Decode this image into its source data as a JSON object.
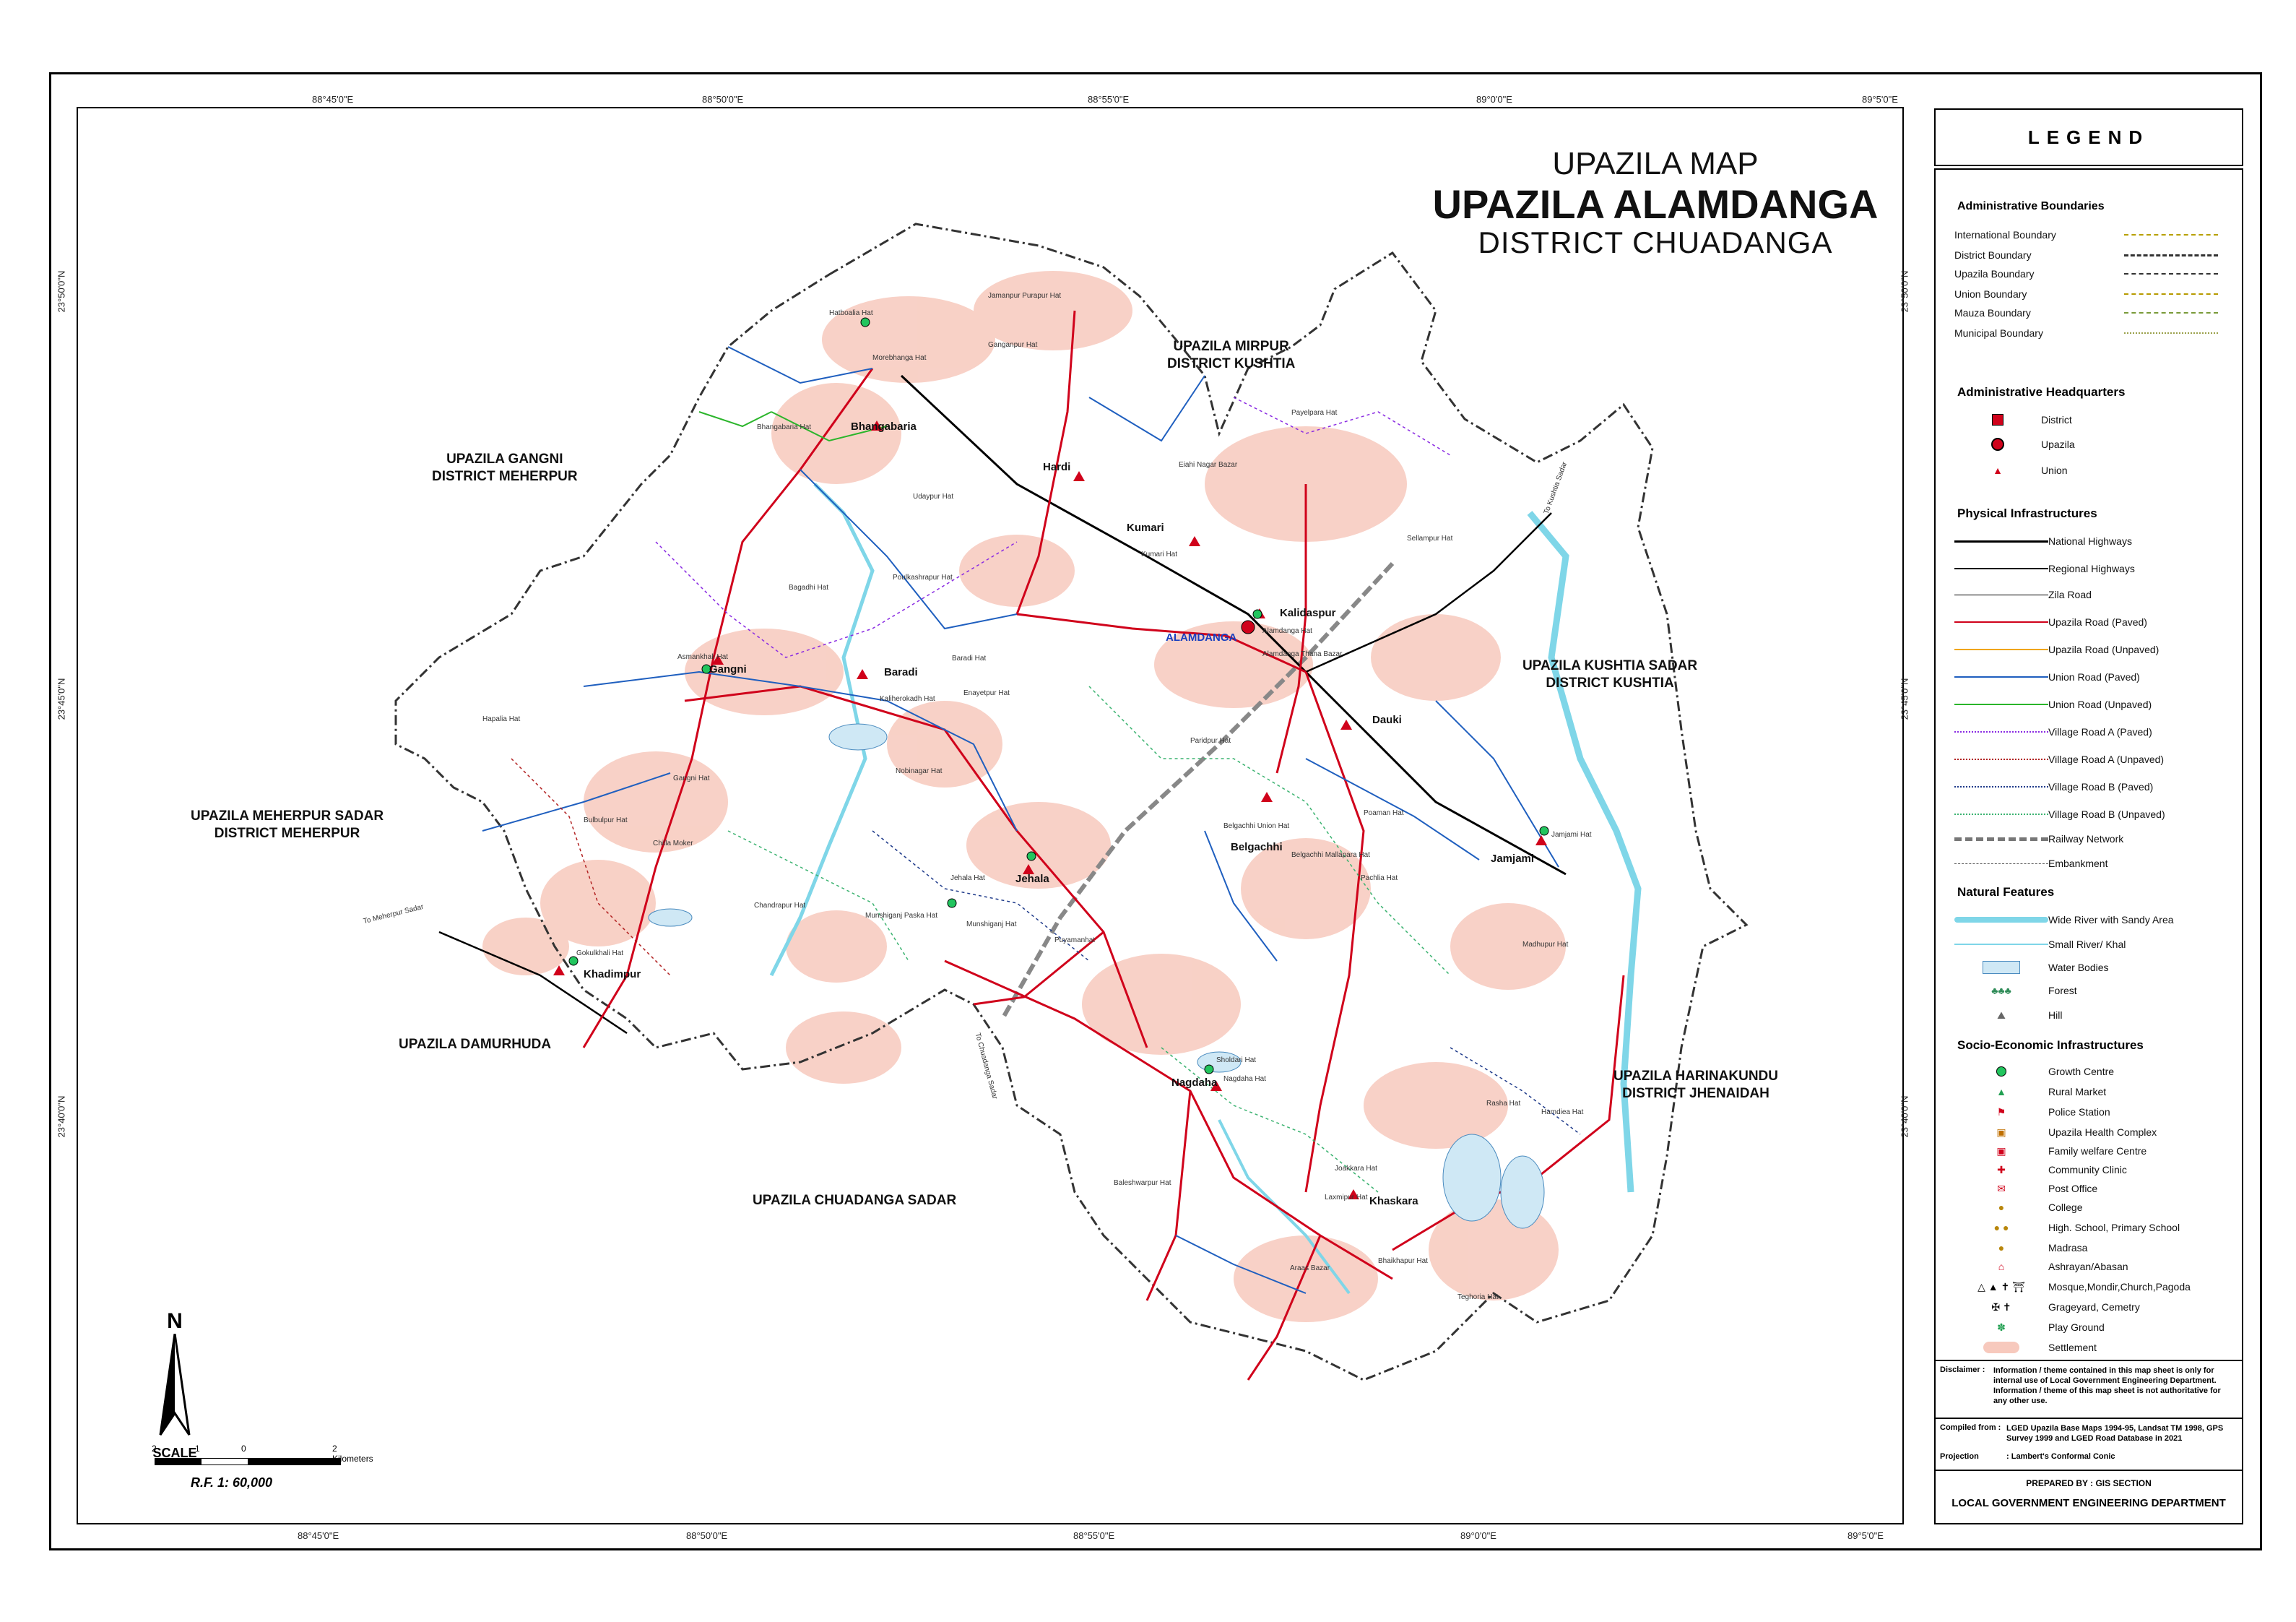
{
  "title": {
    "line1": "UPAZILA MAP",
    "line2": "UPAZILA ALAMDANGA",
    "line3": "DISTRICT CHUADANGA"
  },
  "coords": {
    "top": [
      "88°45'0\"E",
      "88°50'0\"E",
      "88°55'0\"E",
      "89°0'0\"E",
      "89°5'0\"E"
    ],
    "bottom": [
      "88°45'0\"E",
      "88°50'0\"E",
      "88°55'0\"E",
      "89°0'0\"E",
      "89°5'0\"E"
    ],
    "left": [
      "23°50'0\"N",
      "23°45'0\"N",
      "23°40'0\"N"
    ],
    "right": [
      "23°50'0\"N",
      "23°45'0\"N",
      "23°40'0\"N"
    ]
  },
  "neighbours": {
    "mirpur": [
      "UPAZILA MIRPUR",
      "DISTRICT KUSHTIA"
    ],
    "gangni": [
      "UPAZILA GANGNI",
      "DISTRICT MEHERPUR"
    ],
    "kushtia_sadar": [
      "UPAZILA KUSHTIA SADAR",
      "DISTRICT KUSHTIA"
    ],
    "meherpur_sadar": [
      "UPAZILA MEHERPUR SADAR",
      "DISTRICT MEHERPUR"
    ],
    "damurhuda": [
      "UPAZILA DAMURHUDA"
    ],
    "harinakundu": [
      "UPAZILA HARINAKUNDU",
      "DISTRICT JHENAIDAH"
    ],
    "chuadanga_sadar": [
      "UPAZILA CHUADANGA SADAR"
    ]
  },
  "unions": {
    "bhangabaria": "Bhangabaria",
    "hardi": "Hardi",
    "kumari": "Kumari",
    "kalidaspur": "Kalidaspur",
    "alamdanga": "ALAMDANGA",
    "gangni": "Gangni",
    "baradi": "Baradi",
    "dauki": "Dauki",
    "belgachhi": "Belgachhi",
    "jamjami": "Jamjami",
    "jehala": "Jehala",
    "khadimpur": "Khadimpur",
    "nagdaha": "Nagdaha",
    "khaskara": "Khaskara"
  },
  "hats": [
    "Hatboalia Hat",
    "Jamanpur Purapur Hat",
    "Morebhanga Hat",
    "Ganganpur Hat",
    "Bhangabaria Hat",
    "Payelpara Hat",
    "Eiahi Nagar Bazar",
    "Udaypur Hat",
    "Kumari Hat",
    "Bagadhi Hat",
    "Poulkashrapur Hat",
    "Sellampur Hat",
    "Alamdanga Hat",
    "Alamdanga Thana Bazar",
    "Asmankhali Hat",
    "Baradi Hat",
    "Hapalia Hat",
    "Kaliherokadh Hat",
    "Enayetpur Hat",
    "Paridpur Hat",
    "Gangni Hat",
    "Nobinagar Hat",
    "Bulbulpur Hat",
    "Chilla Moker",
    "Poaman Hat",
    "Jamjami Hat",
    "Belgachhi Union Hat",
    "Belgachhi Mallapara Hat",
    "Pachlia Hat",
    "Jehala Hat",
    "Chandrapur Hat",
    "Munshiganj Hat",
    "Munshiganj Paska Hat",
    "Puyamanhat",
    "Gokulkhali Hat",
    "Madhupur Hat",
    "Sholdari Hat",
    "Nagdaha Hat",
    "Rasha Hat",
    "Hamdiea Hat",
    "Joakkara Hat",
    "Laxmipur Hat",
    "Baleshwarpur Hat",
    "Bhaikhapur Hat",
    "Araas Bazar",
    "Teghoria Hat",
    "To Meherpur Sadar",
    "To Kushtia Sadar",
    "To Chuadanga Sadar"
  ],
  "legend": {
    "title": "LEGEND",
    "admin_boundaries": {
      "heading": "Administrative Boundaries",
      "items": [
        "International Boundary",
        "District Boundary",
        "Upazila Boundary",
        "Union Boundary",
        "Mauza Boundary",
        "Municipal Boundary"
      ]
    },
    "admin_hq": {
      "heading": "Administrative Headquarters",
      "items": [
        "District",
        "Upazila",
        "Union"
      ]
    },
    "physical": {
      "heading": "Physical Infrastructures",
      "items": [
        "National Highways",
        "Regional Highways",
        "Zila Road",
        "Upazila Road (Paved)",
        "Upazila Road (Unpaved)",
        "Union Road (Paved)",
        "Union Road (Unpaved)",
        "Village Road A (Paved)",
        "Village Road A (Unpaved)",
        "Village Road B (Paved)",
        "Village Road B (Unpaved)",
        "Railway Network",
        "Embankment"
      ]
    },
    "natural": {
      "heading": "Natural Features",
      "items": [
        "Wide River with Sandy Area",
        "Small River/ Khal",
        "Water Bodies",
        "Forest",
        "Hill"
      ]
    },
    "socio": {
      "heading": "Socio-Economic Infrastructures",
      "items": [
        "Growth Centre",
        "Rural Market",
        "Police Station",
        "Upazila Health Complex",
        "Family welfare Centre",
        "Community Clinic",
        "Post Office",
        "College",
        "High. School, Primary School",
        "Madrasa",
        "Ashrayan/Abasan",
        "Mosque,Mondir,Church,Pagoda",
        "Grageyard, Cemetry",
        "Play Ground",
        "Settlement"
      ]
    }
  },
  "colors": {
    "national_highway": "#000000",
    "upazila_road_paved": "#d0021b",
    "upazila_road_unpaved": "#f0a500",
    "union_road_paved": "#1f5fbf",
    "union_road_unpaved": "#2bb52b",
    "village_a_paved": "#8a2be2",
    "village_a_unpaved": "#b22222",
    "village_b_paved": "#1e3a8a",
    "village_b_unpaved": "#3cb371",
    "settlement": "#f7c9bd",
    "river": "#7fd6e8",
    "growth_centre": "#22c55e",
    "union_hq": "#d0021b"
  },
  "disclaimer": {
    "label": "Disclaimer :",
    "text": "Information / theme contained in this map sheet is only for internal use of Local Government Engineering Department. Information / theme of this map sheet is not authoritative for any other use."
  },
  "compiled": {
    "label": "Compiled from :",
    "text": "LGED Upazila Base Maps 1994-95, Landsat TM 1998, GPS Survey 1999 and LGED Road Database in 2021"
  },
  "projection": {
    "label": "Projection",
    "text": ":  Lambert's Conformal Conic"
  },
  "prepared": "PREPARED BY : GIS SECTION",
  "department": "LOCAL GOVERNMENT ENGINEERING DEPARTMENT",
  "scale": {
    "north": "N",
    "label": "SCALE",
    "ticks": [
      "2",
      "1",
      "0",
      "2 Kilometers"
    ],
    "rf": "R.F. 1: 60,000"
  }
}
